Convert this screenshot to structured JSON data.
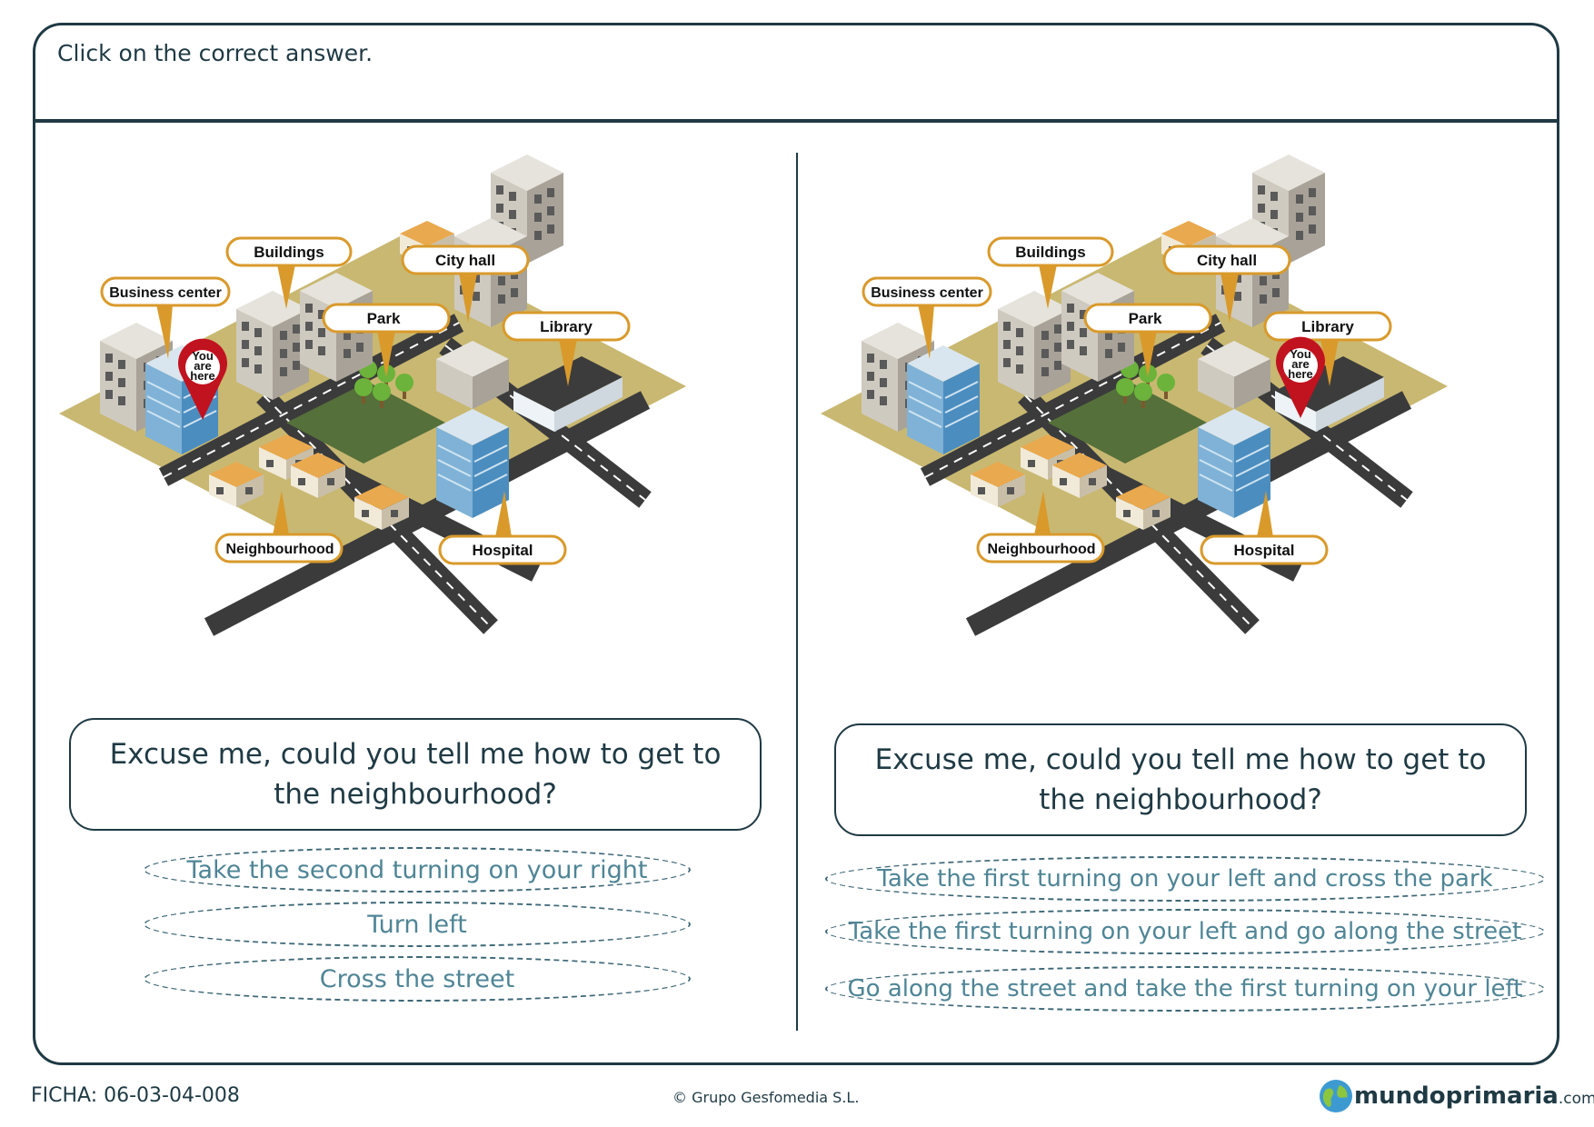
{
  "instruction": "Click on the correct answer.",
  "colors": {
    "border": "#1f3a44",
    "answer_text": "#4f8596",
    "label_border": "#d99a2b",
    "pin": "#c1121f",
    "grass": "#c9b872",
    "park": "#55703a"
  },
  "map_labels": {
    "buildings": "Buildings",
    "business_center": "Business center",
    "city_hall": "City hall",
    "park": "Park",
    "library": "Library",
    "neighbourhood": "Neighbourhood",
    "hospital": "Hospital",
    "you_are_here": [
      "You",
      "are",
      "here"
    ]
  },
  "left": {
    "question": "Excuse me, could you tell me how to get to the neighbourhood?",
    "you_are_here_location": "Business center",
    "answers": [
      "Take the second turning on your right",
      "Turn left",
      "Cross the street"
    ]
  },
  "right": {
    "question": "Excuse me, could you tell me how to get to the neighbourhood?",
    "you_are_here_location": "Library",
    "answers": [
      "Take the first turning on your left and cross the park",
      "Take the first turning on your left and go along the street",
      "Go along the street and take the first turning on your left"
    ]
  },
  "footer": {
    "ficha": "FICHA: 06-03-04-008",
    "copyright": "© Grupo Gesfomedia S.L.",
    "logo_main": "mundoprimaria",
    "logo_domain": ".com",
    "logo_icon": "globe-icon"
  }
}
